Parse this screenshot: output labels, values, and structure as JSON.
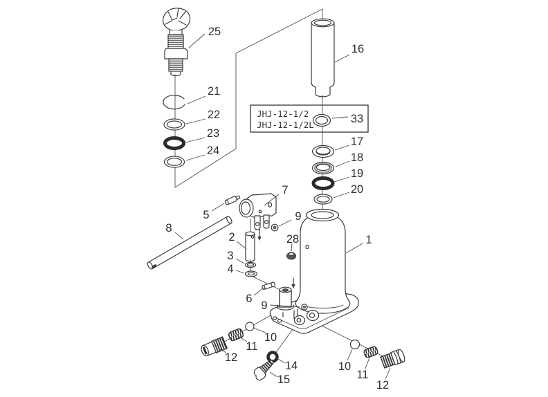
{
  "diagram": {
    "kind": "exploded-parts-diagram",
    "background": "#ffffff",
    "line_color": "#3a3a3a",
    "text_color": "#2e2e2e"
  },
  "model_box": {
    "line1": "JHJ-12-1/2",
    "line2": "JHJ-12-1/2L"
  },
  "callouts": [
    {
      "part": "25",
      "text": "25"
    },
    {
      "part": "21",
      "text": "21"
    },
    {
      "part": "22",
      "text": "22"
    },
    {
      "part": "23",
      "text": "23"
    },
    {
      "part": "24",
      "text": "24"
    },
    {
      "part": "16",
      "text": "16"
    },
    {
      "part": "33",
      "text": "33"
    },
    {
      "part": "17",
      "text": "17"
    },
    {
      "part": "18",
      "text": "18"
    },
    {
      "part": "19",
      "text": "19"
    },
    {
      "part": "20",
      "text": "20"
    },
    {
      "part": "7",
      "text": "7"
    },
    {
      "part": "5",
      "text": "5"
    },
    {
      "part": "8",
      "text": "8"
    },
    {
      "part": "9",
      "text": "9"
    },
    {
      "part": "2",
      "text": "2"
    },
    {
      "part": "3",
      "text": "3"
    },
    {
      "part": "4",
      "text": "4"
    },
    {
      "part": "28",
      "text": "28"
    },
    {
      "part": "1",
      "text": "1"
    },
    {
      "part": "6",
      "text": "6"
    },
    {
      "part": "9",
      "text": "9"
    },
    {
      "part": "10",
      "text": "10"
    },
    {
      "part": "11",
      "text": "11"
    },
    {
      "part": "12",
      "text": "12"
    },
    {
      "part": "14",
      "text": "14"
    },
    {
      "part": "15",
      "text": "15"
    },
    {
      "part": "10",
      "text": "10"
    },
    {
      "part": "11",
      "text": "11"
    },
    {
      "part": "12",
      "text": "12"
    }
  ]
}
